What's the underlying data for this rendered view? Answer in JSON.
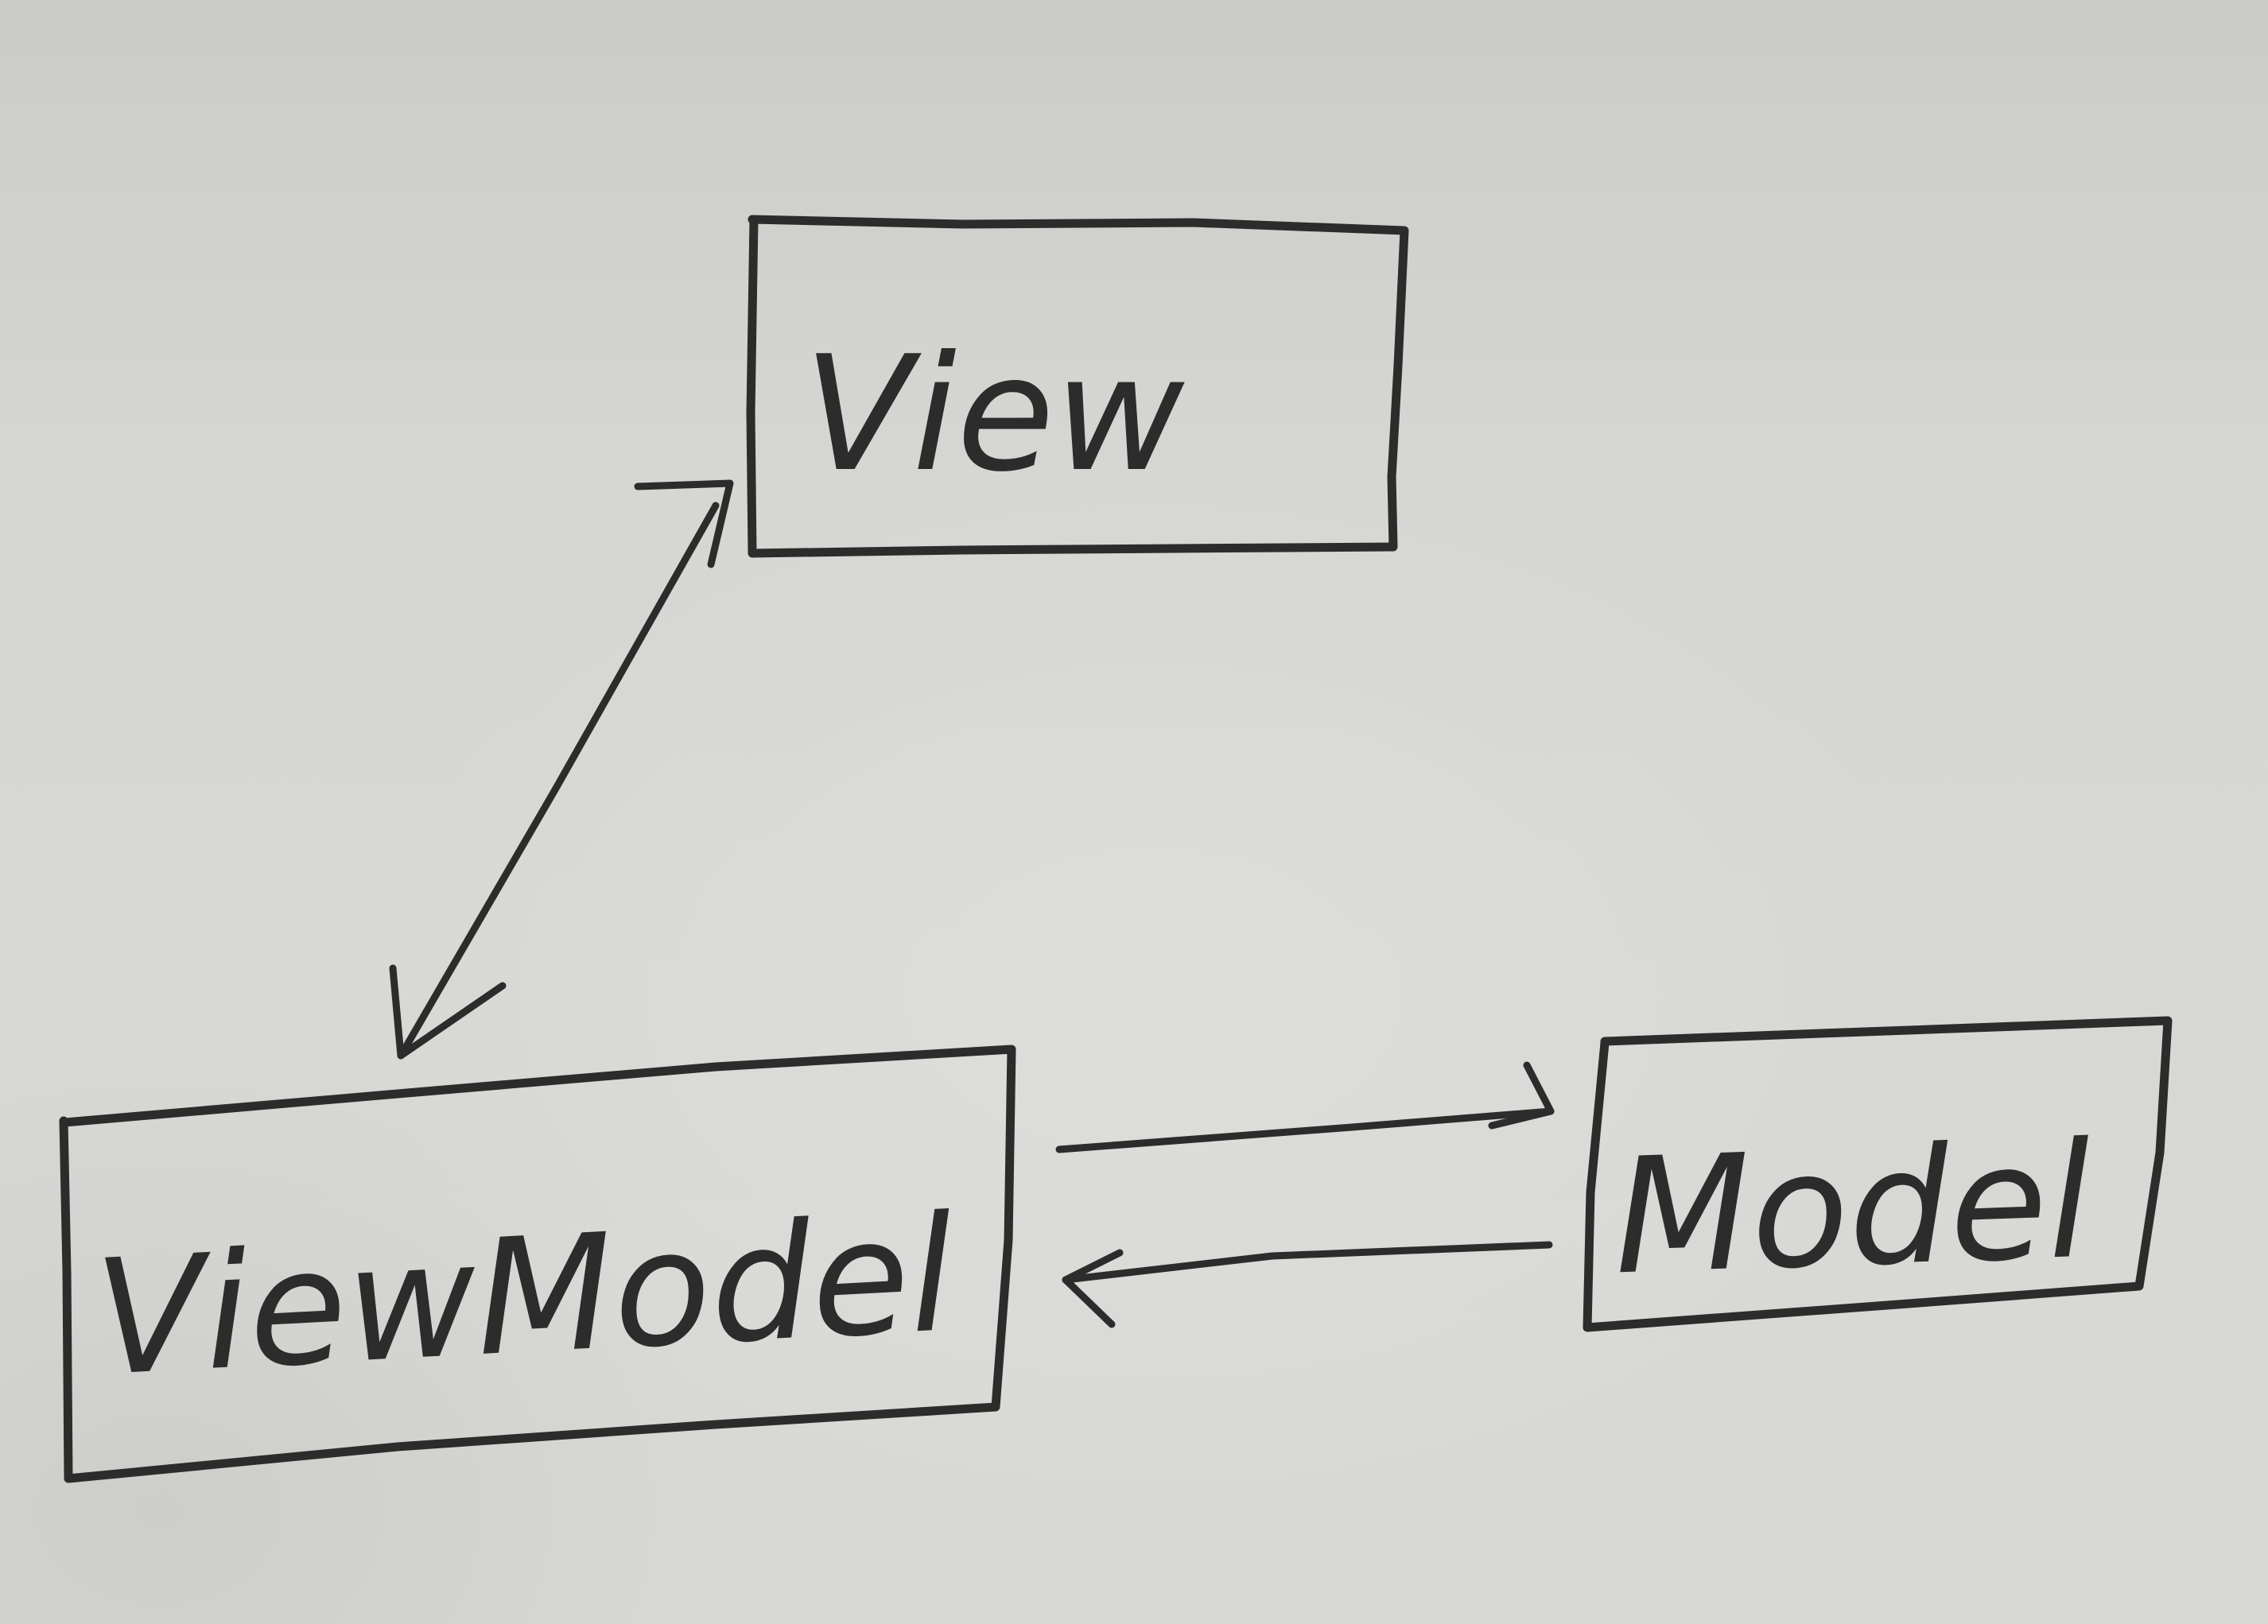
{
  "nodes": {
    "view": {
      "label": "View"
    },
    "viewmodel": {
      "label": "ViewModel"
    },
    "model": {
      "label": "Model"
    }
  },
  "edges": [
    {
      "from": "viewmodel",
      "to": "view",
      "direction": "both"
    },
    {
      "from": "viewmodel",
      "to": "model",
      "direction": "forward"
    },
    {
      "from": "model",
      "to": "viewmodel",
      "direction": "forward"
    }
  ],
  "colors": {
    "ink": "#2c2c2c",
    "paper": "#d6d6d3"
  }
}
